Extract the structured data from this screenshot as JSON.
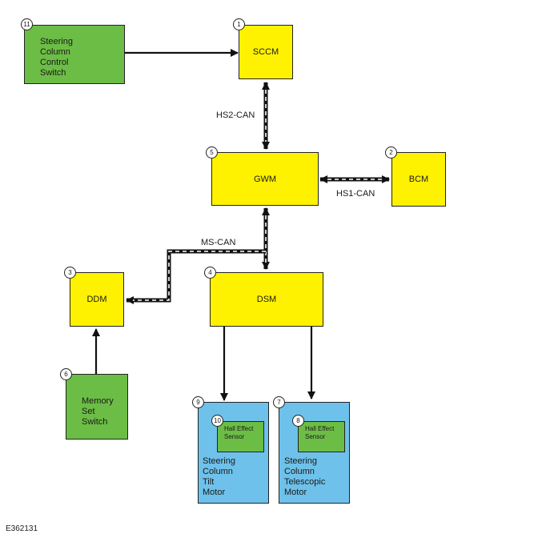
{
  "nodes": {
    "sccm": {
      "num": "1",
      "label": "SCCM"
    },
    "bcm": {
      "num": "2",
      "label": "BCM"
    },
    "ddm": {
      "num": "3",
      "label": "DDM"
    },
    "dsm": {
      "num": "4",
      "label": "DSM"
    },
    "gwm": {
      "num": "5",
      "label": "GWM"
    },
    "memory_switch": {
      "num": "6",
      "lines": [
        "Memory",
        "Set",
        "Switch"
      ]
    },
    "telescopic_motor": {
      "num": "7",
      "lines": [
        "Steering",
        "Column",
        "Telescopic",
        "Motor"
      ]
    },
    "hall_sensor_telescopic": {
      "num": "8",
      "lines": [
        "Hall Effect",
        "Sensor"
      ]
    },
    "tilt_motor": {
      "num": "9",
      "lines": [
        "Steering",
        "Column",
        "Tilt",
        "Motor"
      ]
    },
    "hall_sensor_tilt": {
      "num": "10",
      "lines": [
        "Hall Effect",
        "Sensor"
      ]
    },
    "steering_column_switch": {
      "num": "11",
      "lines": [
        "Steering",
        "Column",
        "Control",
        "Switch"
      ]
    }
  },
  "buses": {
    "hs2": "HS2-CAN",
    "hs1": "HS1-CAN",
    "ms": "MS-CAN"
  },
  "figure_id": "E362131",
  "colors": {
    "module": "#fff200",
    "switch": "#6cbd45",
    "motor": "#6ec1ea"
  }
}
